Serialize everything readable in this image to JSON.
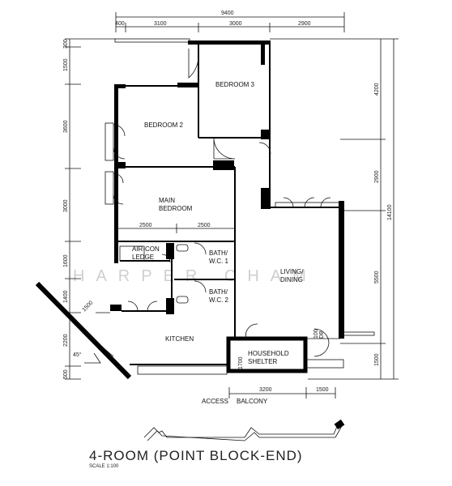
{
  "title": "4-ROOM (POINT BLOCK-END)",
  "scale": "SCALE 1:100",
  "watermark": "HARPER CHAM",
  "angle": "45°",
  "access_label": "ACCESS",
  "balcony_label": "BALCONY",
  "rooms": {
    "bedroom3": "BEDROOM 3",
    "bedroom2": "BEDROOM 2",
    "main_bedroom_1": "MAIN",
    "main_bedroom_2": "BEDROOM",
    "aircon_1": "AIR-CON",
    "aircon_2": "LEDGE",
    "bath1_1": "BATH/",
    "bath1_2": "W.C. 1",
    "bath2_1": "BATH/",
    "bath2_2": "W.C. 2",
    "living_1": "LIVING/",
    "living_2": "DINING",
    "kitchen": "KITCHEN",
    "shelter_1": "HOUSEHOLD",
    "shelter_2": "SHELTER",
    "db_1": "DB",
    "db_2": "100"
  },
  "dims": {
    "top_total": "9400",
    "top_a": "400",
    "top_b": "3100",
    "top_c": "3000",
    "top_d": "2900",
    "left_a": "300",
    "left_b": "1500",
    "left_c": "3600",
    "left_d": "3000",
    "left_e": "1600",
    "left_f": "1400",
    "left_g": "2200",
    "left_h": "500",
    "right_a": "4200",
    "right_b": "2900",
    "right_c": "5500",
    "right_d": "1500",
    "right_total": "14100",
    "mid_a": "2500",
    "mid_b": "2500",
    "bottom_a": "3200",
    "bottom_b": "1500",
    "diag": "1500",
    "shelter_dim": "1700"
  }
}
